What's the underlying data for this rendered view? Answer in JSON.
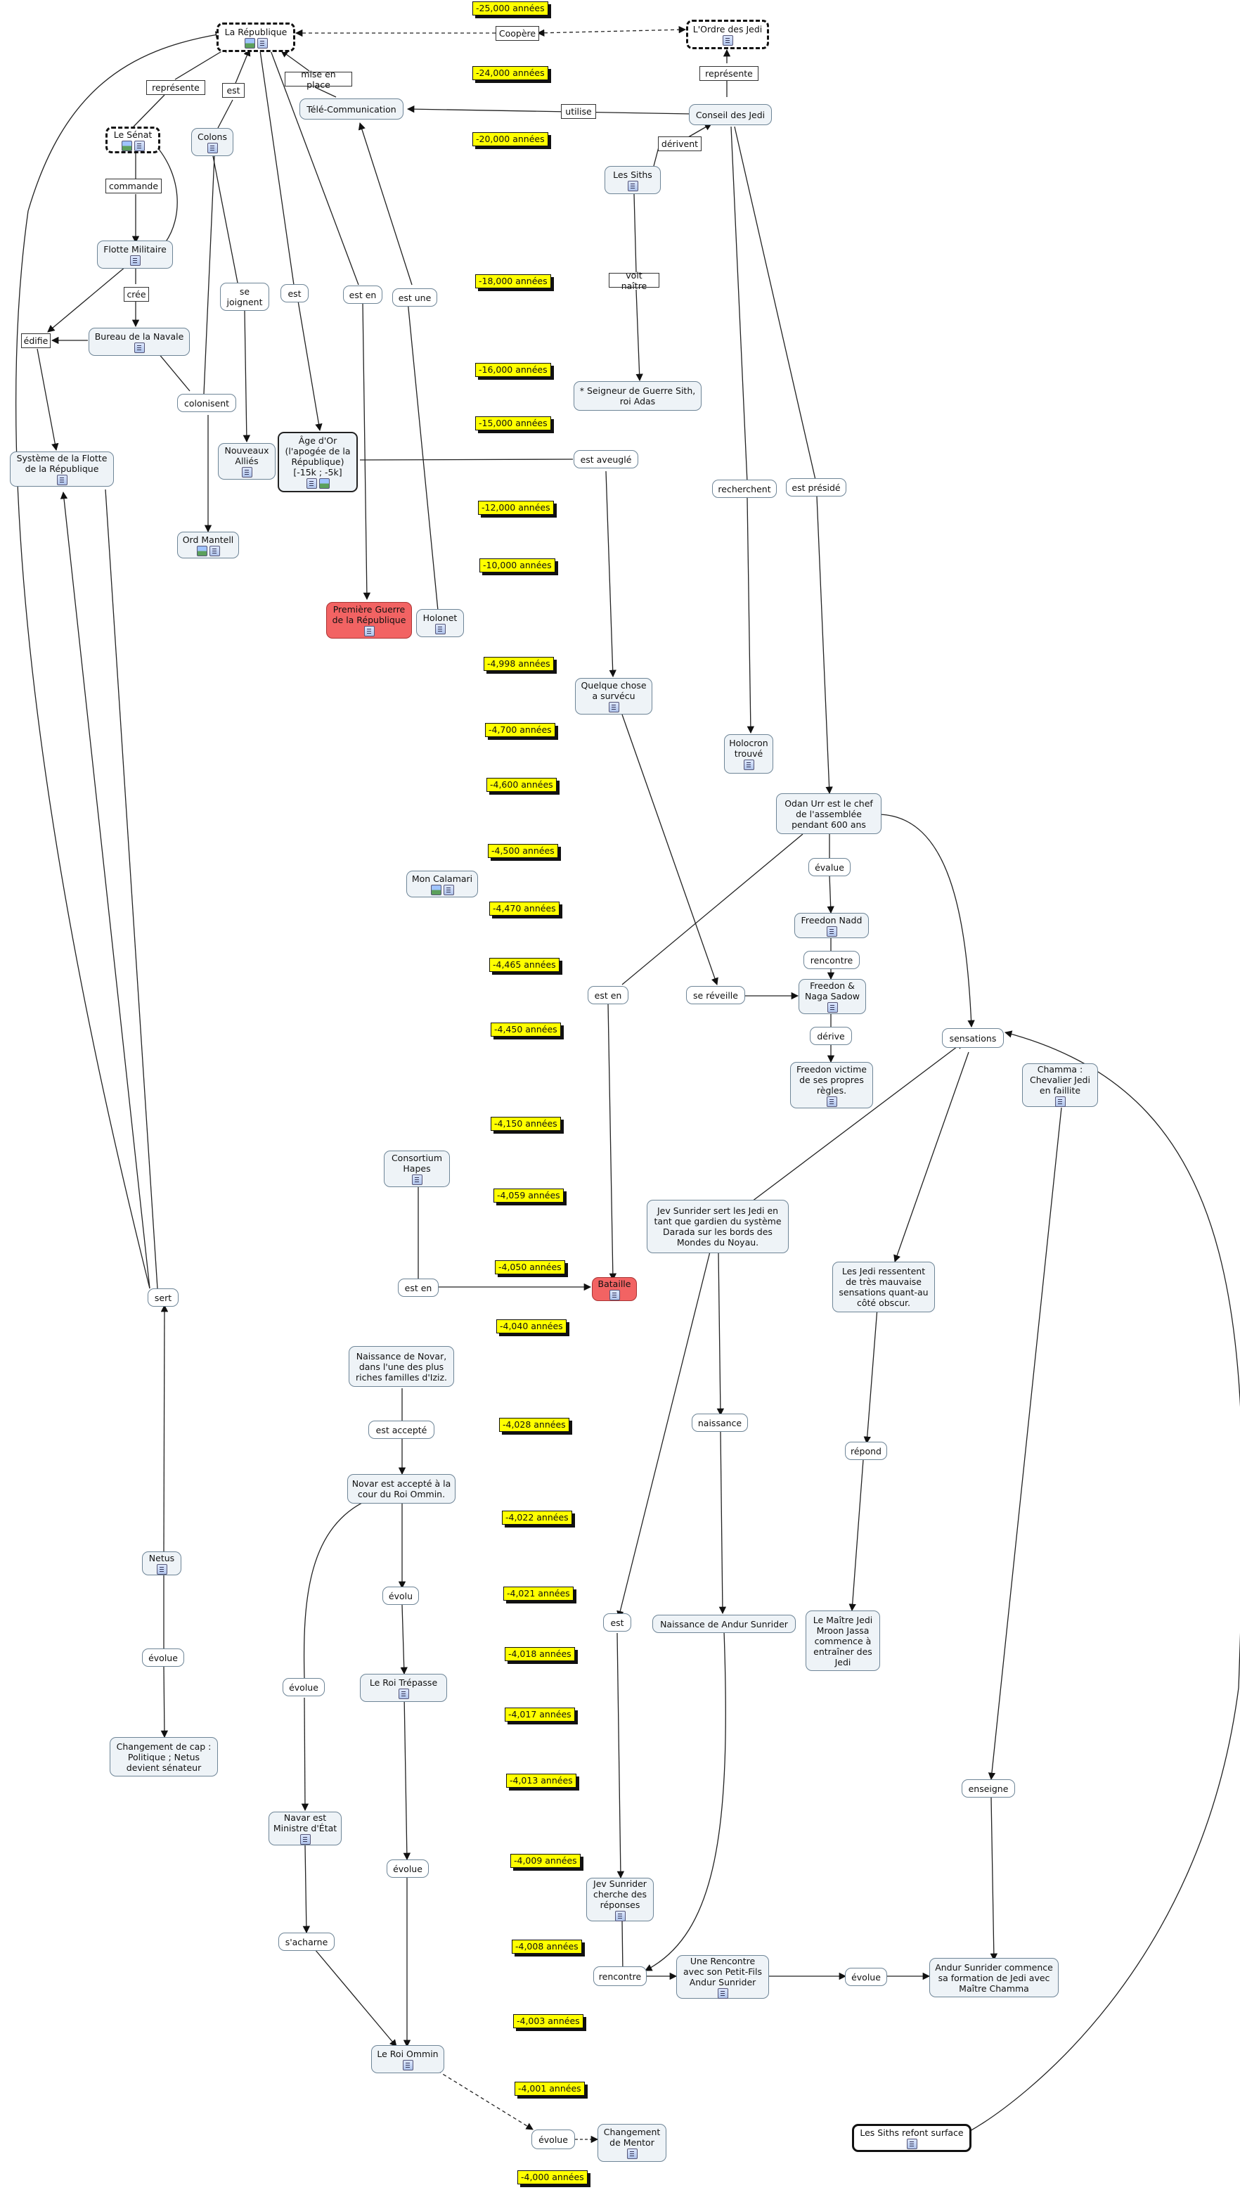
{
  "nodes": {
    "republique": "La République",
    "ordre_jedi": "L'Ordre des Jedi",
    "coopere": "Coopère",
    "represente_1": "représente",
    "represente_2": "représente",
    "est_1": "est",
    "mise_en_place": "mise en place",
    "tele_communication": "Télé-Communication",
    "utilise": "utilise",
    "conseil_jedi": "Conseil des Jedi",
    "le_senat": "Le Sénat",
    "colons": "Colons",
    "derivent": "dérivent",
    "les_siths": "Les Siths",
    "commande": "commande",
    "flotte_militaire": "Flotte Militaire",
    "cree": "crée",
    "se_joignent": "se joignent",
    "est_2": "est",
    "est_en_1": "est en",
    "est_une": "est une",
    "voit_naitre": "voit naître",
    "edifie": "édifie",
    "bureau_navale": "Bureau de la Navale",
    "seigneur_sith": "* Seigneur de Guerre Sith, roi Adas",
    "colonisent": "colonisent",
    "systeme_flotte": "Système de la Flotte de la République",
    "nouveaux_allies": "Nouveaux Alliés",
    "age_or": "Âge d'Or (l'apogée de la République) [-15k ; -5k]",
    "est_aveugle": "est aveuglé",
    "recherchent": "recherchent",
    "est_preside": "est présidé",
    "ord_mantell": "Ord Mantell",
    "premiere_guerre": "Première Guerre de la République",
    "holonet": "Holonet",
    "quelque_chose": "Quelque chose a survécu",
    "holocron": "Holocron trouvé",
    "odan_urr": "Odan Urr est le chef de l'assemblée pendant 600 ans",
    "evalue_1": "évalue",
    "mon_calamari": "Mon Calamari",
    "freedon_nadd": "Freedon Nadd",
    "rencontre_1": "rencontre",
    "est_en_2": "est en",
    "se_reveille": "se réveille",
    "freedon_naga": "Freedon & Naga Sadow",
    "derive": "dérive",
    "sensations": "sensations",
    "freedon_victime": "Freedon victime de ses propres règles.",
    "chamma": "Chamma : Chevalier Jedi en faillite",
    "consortium": "Consortium Hapes",
    "jev_sunrider": "Jev Sunrider sert les Jedi en tant que gardien du système Darada sur les bords des Mondes du Noyau.",
    "jedi_ressentent": "Les Jedi ressentent de très mauvaise sensations quant-au côté obscur.",
    "sert": "sert",
    "est_en_3": "est en",
    "bataille": "Bataille",
    "naissance_novar": "Naissance de Novar, dans l'une des plus riches familles d'Iziz.",
    "naissance": "naissance",
    "est_accepte": "est accepté",
    "repond": "répond",
    "novar_accepte": "Novar est accepté à la cour du Roi Ommin.",
    "netus": "Netus",
    "evolu": "évolu",
    "est_3": "est",
    "naissance_andur": "Naissance de Andur Sunrider",
    "maitre_jedi": "Le Maître Jedi Mroon Jassa commence à entraîner des Jedi",
    "evolue_2": "évolue",
    "evolue_3": "évolue",
    "roi_trepasse": "Le Roi Trépasse",
    "changement_cap": "Changement de cap : Politique ; Netus devient sénateur",
    "enseigne": "enseigne",
    "navar_ministre": "Navar est Ministre d'État",
    "evolue_4": "évolue",
    "jev_cherche": "Jev Sunrider cherche des réponses",
    "s_acharne": "s'acharne",
    "rencontre_2": "rencontre",
    "une_rencontre": "Une Rencontre avec son Petit-Fils Andur Sunrider",
    "evolue_5": "évolue",
    "andur_formation": "Andur Sunrider commence sa formation de Jedi avec Maître Chamma",
    "roi_ommin": "Le Roi Ommin",
    "evolue_6": "évolue",
    "changement_mentor": "Changement de Mentor",
    "siths_refont": "Les Siths refont surface"
  },
  "years": [
    "-25,000 années",
    "-24,000 années",
    "-20,000 années",
    "-18,000 années",
    "-16,000 années",
    "-15,000 années",
    "-12,000 années",
    "-10,000 années",
    "-4,998 années",
    "-4,700 années",
    "-4,600 années",
    "-4,500 années",
    "-4,470 années",
    "-4,465 années",
    "-4,450 années",
    "-4,150 années",
    "-4,059 années",
    "-4,050 années",
    "-4,040 années",
    "-4,028 années",
    "-4,022 années",
    "-4,021 années",
    "-4,018 années",
    "-4,017 années",
    "-4,013 années",
    "-4,009 années",
    "-4,008 années",
    "-4,003 années",
    "-4,001 années",
    "-4,000 années"
  ]
}
